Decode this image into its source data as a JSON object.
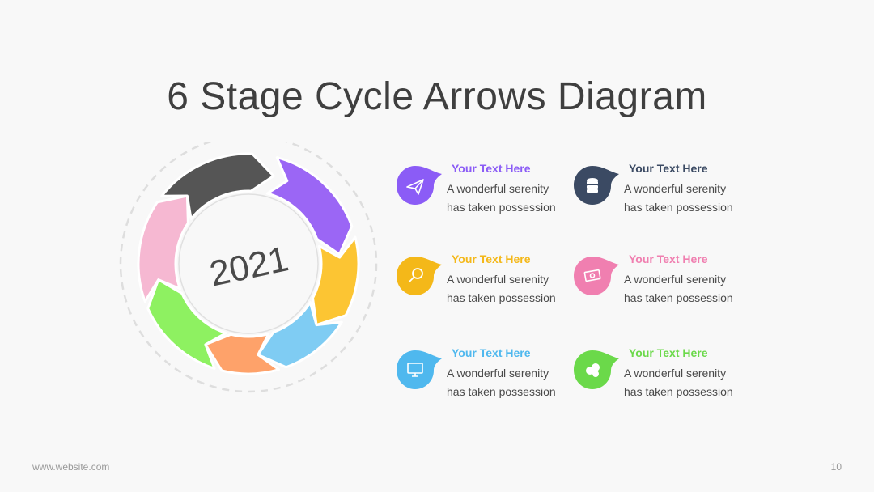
{
  "title": "6 Stage Cycle Arrows Diagram",
  "center_label": "2021",
  "stages": [
    {
      "title": "Your Text Here",
      "line1": "A wonderful serenity",
      "line2": "has taken possession",
      "color": "#8b5cf6",
      "icon": "paper-plane-icon"
    },
    {
      "title": "Your Text Here",
      "line1": "A wonderful serenity",
      "line2": "has taken possession",
      "color": "#3b4a63",
      "icon": "coin-stack-icon"
    },
    {
      "title": "Your Text Here",
      "line1": "A wonderful serenity",
      "line2": "has taken possession",
      "color": "#f4b819",
      "icon": "magnifier-icon"
    },
    {
      "title": "Your Text Here",
      "line1": "A wonderful serenity",
      "line2": "has taken possession",
      "color": "#f07fb0",
      "icon": "banknote-icon"
    },
    {
      "title": "Your Text Here",
      "line1": "A wonderful serenity",
      "line2": "has taken possession",
      "color": "#4fb8ee",
      "icon": "monitor-icon"
    },
    {
      "title": "Your Text Here",
      "line1": "A wonderful serenity",
      "line2": "has taken possession",
      "color": "#6bd94a",
      "icon": "coins-icon"
    }
  ],
  "cycle_colors": {
    "purple": "#9b66f5",
    "yellow": "#fcc533",
    "blue": "#7fccf3",
    "orange": "#fea26a",
    "green": "#8ef161",
    "pink": "#f6b8d2",
    "dark": "#555555"
  },
  "footer": {
    "website": "www.website.com",
    "page": "10"
  }
}
